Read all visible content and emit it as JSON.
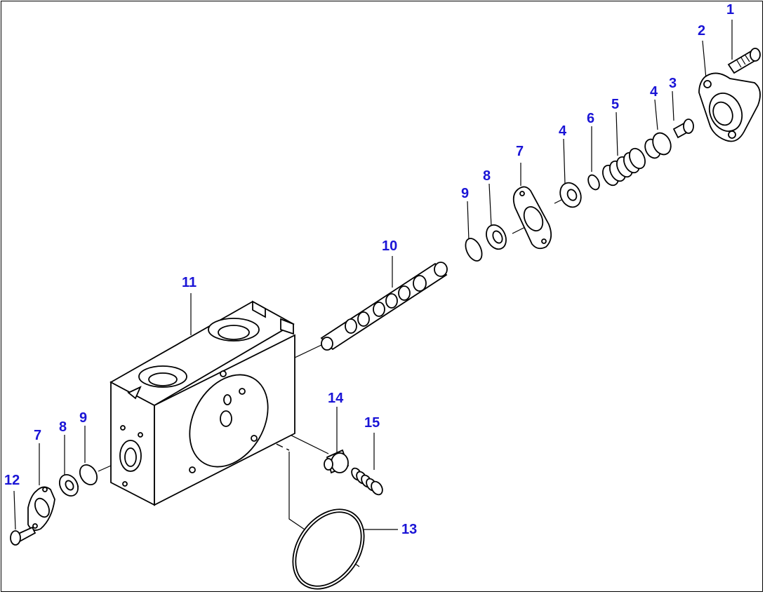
{
  "callouts": [
    {
      "id": "c1",
      "label": "1"
    },
    {
      "id": "c2",
      "label": "2"
    },
    {
      "id": "c3",
      "label": "3"
    },
    {
      "id": "c4a",
      "label": "4"
    },
    {
      "id": "c5",
      "label": "5"
    },
    {
      "id": "c6",
      "label": "6"
    },
    {
      "id": "c4b",
      "label": "4"
    },
    {
      "id": "c7a",
      "label": "7"
    },
    {
      "id": "c8a",
      "label": "8"
    },
    {
      "id": "c9a",
      "label": "9"
    },
    {
      "id": "c10",
      "label": "10"
    },
    {
      "id": "c11",
      "label": "11"
    },
    {
      "id": "c14",
      "label": "14"
    },
    {
      "id": "c15",
      "label": "15"
    },
    {
      "id": "c7b",
      "label": "7"
    },
    {
      "id": "c8b",
      "label": "8"
    },
    {
      "id": "c9b",
      "label": "9"
    },
    {
      "id": "c12",
      "label": "12"
    },
    {
      "id": "c13",
      "label": "13"
    }
  ],
  "colors": {
    "callout": "#1a14d6",
    "line": "#000000",
    "background": "#ffffff"
  }
}
